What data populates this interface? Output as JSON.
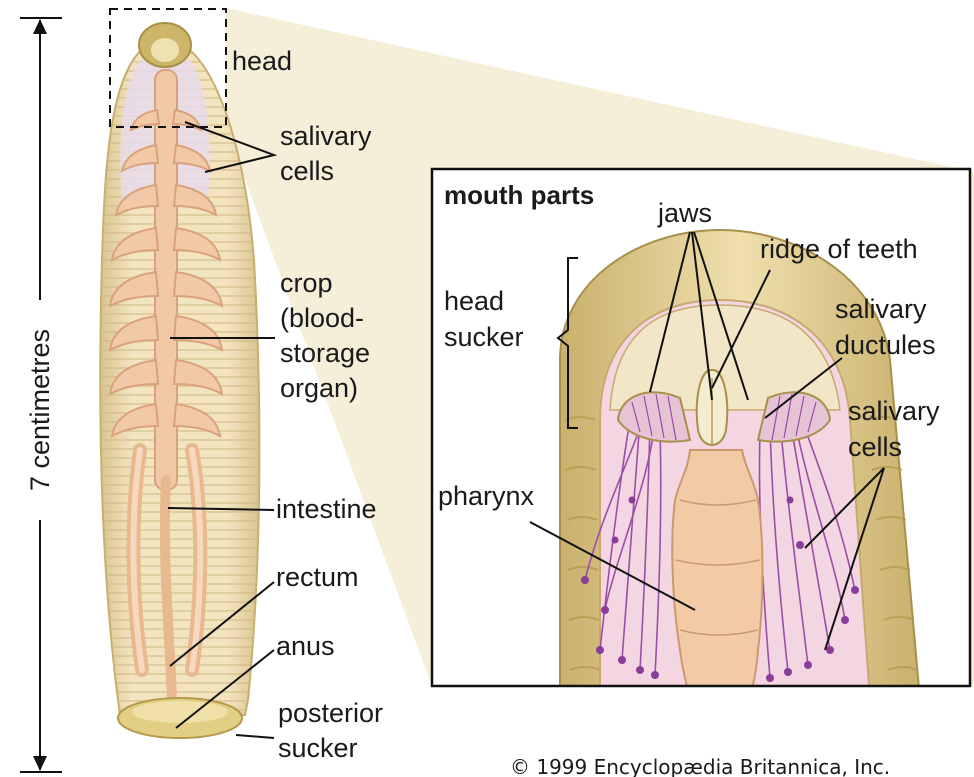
{
  "scale": {
    "label": "7 centimetres"
  },
  "body_labels": {
    "head": "head",
    "salivary_cells_1": "salivary",
    "salivary_cells_2": "cells",
    "crop_1": "crop",
    "crop_2": "(blood-",
    "crop_3": "storage",
    "crop_4": "organ)",
    "intestine": "intestine",
    "rectum": "rectum",
    "anus": "anus",
    "posterior_sucker_1": "posterior",
    "posterior_sucker_2": "sucker"
  },
  "inset": {
    "title": "mouth parts",
    "jaws": "jaws",
    "ridge_of_teeth": "ridge of teeth",
    "head_sucker_1": "head",
    "head_sucker_2": "sucker",
    "salivary_ductules_1": "salivary",
    "salivary_ductules_2": "ductules",
    "salivary_cells_1": "salivary",
    "salivary_cells_2": "cells",
    "pharynx": "pharynx"
  },
  "copyright": "© 1999 Encyclopædia Britannica, Inc.",
  "colors": {
    "body_fill": "#f0dfb8",
    "body_edge": "#d8c08a",
    "organ_fill": "#f2c9a6",
    "organ_edge": "#d9a27c",
    "sucker_fill": "#e2cf84",
    "duct_purple": "#9a4fa6",
    "inset_bg": "#f4d6e2",
    "zoom_wedge": "#f3ecd2"
  }
}
